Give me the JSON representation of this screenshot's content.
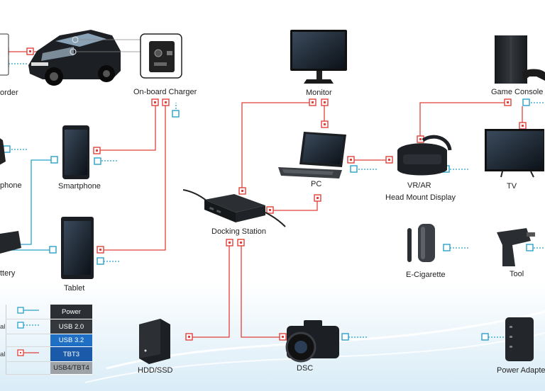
{
  "devices": {
    "recorder": "order",
    "onboard_charger": "On-board Charger",
    "monitor": "Monitor",
    "game_console": "Game Console",
    "phone": "phone",
    "smartphone": "Smartphone",
    "pc": "PC",
    "vr_ar": "VR/AR",
    "head_mount": "Head Mount Display",
    "tv": "TV",
    "battery": "ttery",
    "tablet": "Tablet",
    "docking_station": "Docking Station",
    "ecig": "E-Cigarette",
    "tool": "Tool",
    "hdd_ssd": "HDD/SSD",
    "dsc": "DSC",
    "power_adapter": "Power Adapte"
  },
  "legend": {
    "rows": [
      {
        "key": "",
        "name": "Power",
        "color": "#2b2f33"
      },
      {
        "key": "al",
        "name": "USB 2.0",
        "color": "#35393e"
      },
      {
        "key": "",
        "name": "USB 3.2",
        "color": "#1f6fc5"
      },
      {
        "key": "al",
        "name": "TBT3",
        "color": "#1a5aa8"
      },
      {
        "key": "",
        "name": "USB4/TBT4",
        "color": "#9ea3a8"
      }
    ]
  },
  "colors": {
    "power_line": "#e0413a",
    "data_line": "#2aa1c9",
    "device_dark": "#1e2226"
  }
}
